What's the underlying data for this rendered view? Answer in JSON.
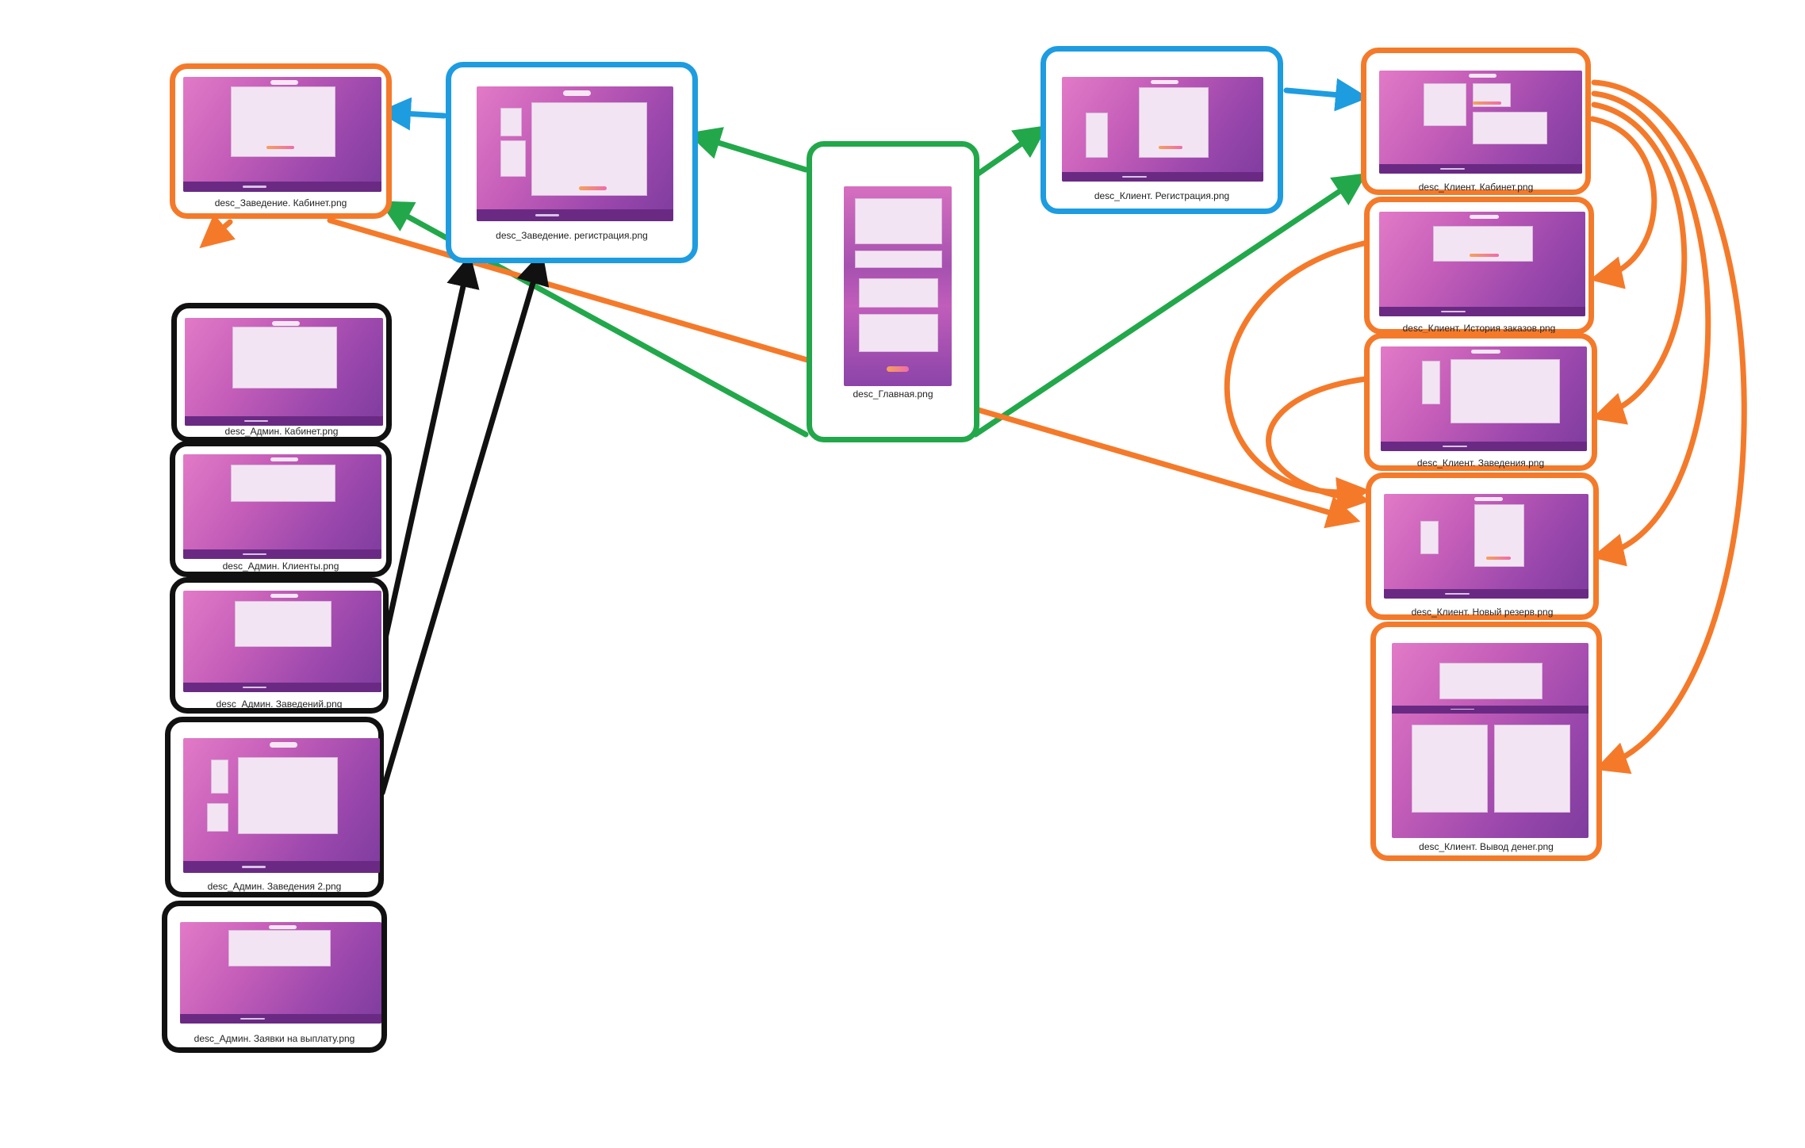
{
  "colors": {
    "blue": "#1e9ce0",
    "green": "#22a84a",
    "orange": "#f47a2a",
    "black": "#111111"
  },
  "nodes": [
    {
      "id": "zav-cabinet",
      "label": "desc_Заведение. Кабинет.png",
      "color": "orange"
    },
    {
      "id": "zav-reg",
      "label": "desc_Заведение. регистрация.png",
      "color": "blue"
    },
    {
      "id": "main",
      "label": "desc_Главная.png",
      "color": "green"
    },
    {
      "id": "cli-reg",
      "label": "desc_Клиент. Регистрация.png",
      "color": "blue"
    },
    {
      "id": "cli-cabinet",
      "label": "desc_Клиент. Кабинет.png",
      "color": "orange"
    },
    {
      "id": "cli-history",
      "label": "desc_Клиент. История заказов.png",
      "color": "orange"
    },
    {
      "id": "cli-places",
      "label": "desc_Клиент. Заведения.png",
      "color": "orange"
    },
    {
      "id": "cli-new-reserve",
      "label": "desc_Клиент. Новый резерв.png",
      "color": "orange"
    },
    {
      "id": "cli-withdraw",
      "label": "desc_Клиент. Вывод денег.png",
      "color": "orange"
    },
    {
      "id": "adm-cabinet",
      "label": "desc_Админ. Кабинет.png",
      "color": "black"
    },
    {
      "id": "adm-clients",
      "label": "desc_Админ. Клиенты.png",
      "color": "black"
    },
    {
      "id": "adm-places",
      "label": "desc_Админ. Заведений.png",
      "color": "black"
    },
    {
      "id": "adm-places2",
      "label": "desc_Админ. Заведения 2.png",
      "color": "black"
    },
    {
      "id": "adm-payouts",
      "label": "desc_Админ. Заявки на выплату.png",
      "color": "black"
    }
  ]
}
